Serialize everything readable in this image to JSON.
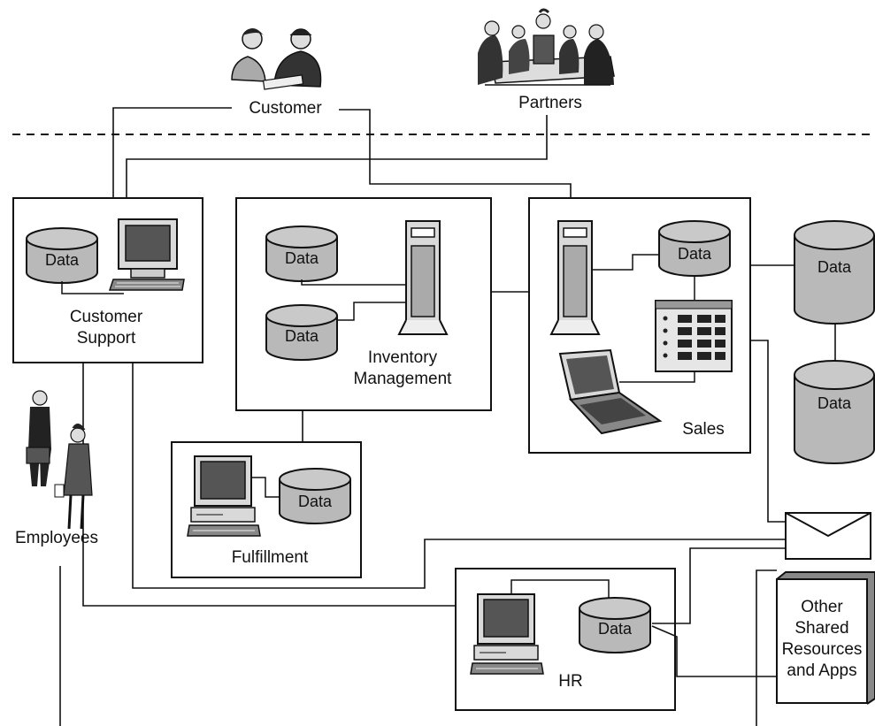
{
  "labels": {
    "customer": "Customer",
    "partners": "Partners",
    "customer_support_1": "Customer",
    "customer_support_2": "Support",
    "inventory_1": "Inventory",
    "inventory_2": "Management",
    "sales": "Sales",
    "fulfillment": "Fulfillment",
    "employees": "Employees",
    "hr": "HR",
    "other_1": "Other",
    "other_2": "Shared",
    "other_3": "Resources",
    "other_4": "and Apps"
  },
  "data_label": "Data",
  "colors": {
    "stroke": "#111111",
    "cylinder_fill": "#b9b9b9",
    "screen_fill": "#555555",
    "device_fill": "#d9d9d9"
  }
}
